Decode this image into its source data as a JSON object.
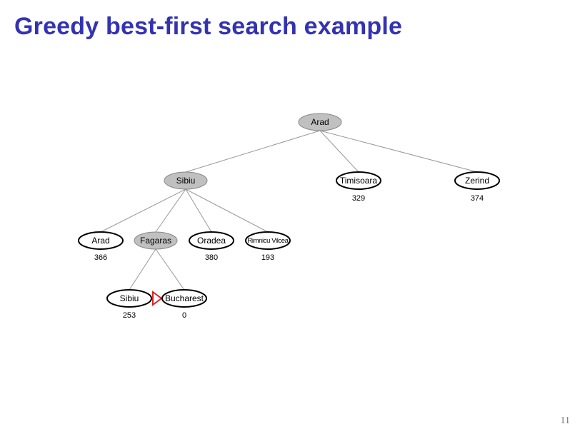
{
  "slide": {
    "title": "Greedy best-first search example",
    "page_number": "11"
  },
  "colors": {
    "title": "#3333b2",
    "expanded_node_fill": "#c0c0c0",
    "frontier_node_fill": "#ffffff",
    "edge": "#999999",
    "goal_marker": "#dd2222"
  },
  "tree": {
    "nodes": [
      {
        "id": "arad-root",
        "label": "Arad",
        "h": "",
        "expanded": true,
        "parent": ""
      },
      {
        "id": "sibiu",
        "label": "Sibiu",
        "h": "",
        "expanded": true,
        "parent": "arad-root"
      },
      {
        "id": "timisoara",
        "label": "Timisoara",
        "h": "329",
        "expanded": false,
        "parent": "arad-root"
      },
      {
        "id": "zerind",
        "label": "Zerind",
        "h": "374",
        "expanded": false,
        "parent": "arad-root"
      },
      {
        "id": "arad-2",
        "label": "Arad",
        "h": "366",
        "expanded": false,
        "parent": "sibiu"
      },
      {
        "id": "fagaras",
        "label": "Fagaras",
        "h": "",
        "expanded": true,
        "parent": "sibiu"
      },
      {
        "id": "oradea",
        "label": "Oradea",
        "h": "380",
        "expanded": false,
        "parent": "sibiu"
      },
      {
        "id": "rimnicu-vilcea",
        "label": "Rimnicu Vilcea",
        "h": "193",
        "expanded": false,
        "parent": "sibiu"
      },
      {
        "id": "sibiu-2",
        "label": "Sibiu",
        "h": "253",
        "expanded": false,
        "parent": "fagaras"
      },
      {
        "id": "bucharest",
        "label": "Bucharest",
        "h": "0",
        "expanded": false,
        "parent": "fagaras",
        "goal": true
      }
    ]
  }
}
